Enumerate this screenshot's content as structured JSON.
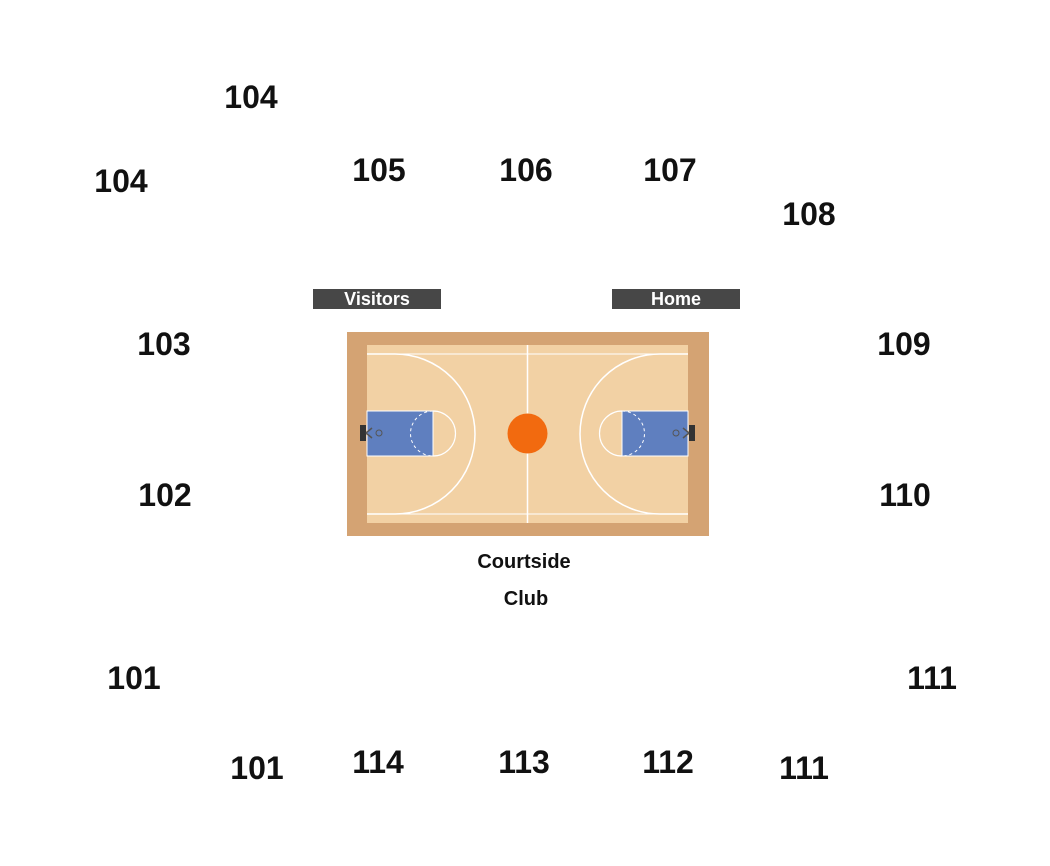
{
  "sections": [
    {
      "id": "104a",
      "label": "104"
    },
    {
      "id": "104b",
      "label": "104"
    },
    {
      "id": "105",
      "label": "105"
    },
    {
      "id": "106",
      "label": "106"
    },
    {
      "id": "107",
      "label": "107"
    },
    {
      "id": "108",
      "label": "108"
    },
    {
      "id": "103",
      "label": "103"
    },
    {
      "id": "109",
      "label": "109"
    },
    {
      "id": "102",
      "label": "102"
    },
    {
      "id": "110",
      "label": "110"
    },
    {
      "id": "101a",
      "label": "101"
    },
    {
      "id": "111a",
      "label": "111"
    },
    {
      "id": "101b",
      "label": "101"
    },
    {
      "id": "114",
      "label": "114"
    },
    {
      "id": "113",
      "label": "113"
    },
    {
      "id": "112",
      "label": "112"
    },
    {
      "id": "111b",
      "label": "111"
    }
  ],
  "benches": {
    "visitors": "Visitors",
    "home": "Home"
  },
  "courtside_club": {
    "line1": "Courtside",
    "line2": "Club"
  },
  "colors": {
    "court_border": "#d4a373",
    "court_floor": "#f2d1a4",
    "key_paint": "#5f7fbf",
    "center_ball": "#f26a0f",
    "court_lines": "#ffffff",
    "bench_bar": "#474747",
    "hoop": "#333333"
  },
  "icons": {
    "hoop_left": "basketball-hoop-icon",
    "hoop_right": "basketball-hoop-icon",
    "center": "basketball-icon"
  }
}
